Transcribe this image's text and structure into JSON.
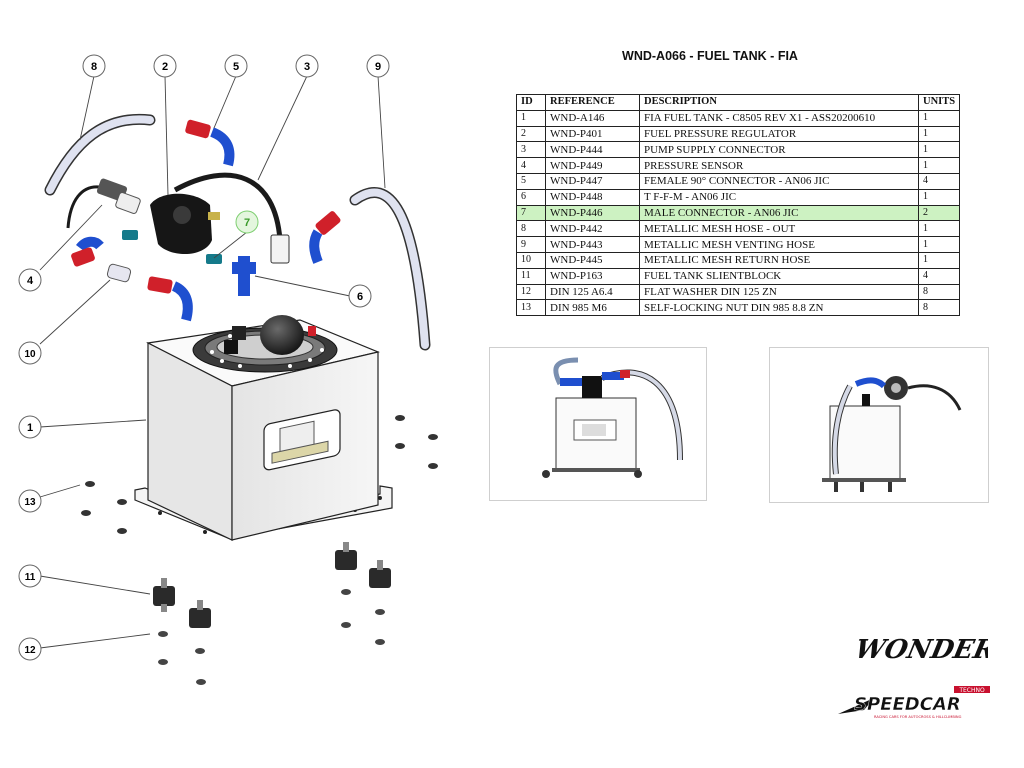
{
  "header": {
    "title": "WND-A066 - FUEL TANK - FIA"
  },
  "table": {
    "headers": {
      "id": "ID",
      "reference": "REFERENCE",
      "description": "DESCRIPTION",
      "units": "UNITS"
    },
    "rows": [
      {
        "id": "1",
        "reference": "WND-A146",
        "description": "FIA FUEL TANK - C8505 REV X1 - ASS20200610",
        "units": "1"
      },
      {
        "id": "2",
        "reference": "WND-P401",
        "description": "FUEL PRESSURE REGULATOR",
        "units": "1"
      },
      {
        "id": "3",
        "reference": "WND-P444",
        "description": "PUMP SUPPLY CONNECTOR",
        "units": "1"
      },
      {
        "id": "4",
        "reference": "WND-P449",
        "description": "PRESSURE SENSOR",
        "units": "1"
      },
      {
        "id": "5",
        "reference": "WND-P447",
        "description": "FEMALE 90° CONNECTOR - AN06 JIC",
        "units": "4"
      },
      {
        "id": "6",
        "reference": "WND-P448",
        "description": "T F-F-M - AN06 JIC",
        "units": "1"
      },
      {
        "id": "7",
        "reference": "WND-P446",
        "description": "MALE CONNECTOR - AN06 JIC",
        "units": "2",
        "highlighted": true
      },
      {
        "id": "8",
        "reference": "WND-P442",
        "description": "METALLIC MESH HOSE - OUT",
        "units": "1"
      },
      {
        "id": "9",
        "reference": "WND-P443",
        "description": "METALLIC MESH VENTING HOSE",
        "units": "1"
      },
      {
        "id": "10",
        "reference": "WND-P445",
        "description": "METALLIC MESH RETURN HOSE",
        "units": "1"
      },
      {
        "id": "11",
        "reference": "WND-P163",
        "description": "FUEL TANK SLIENTBLOCK",
        "units": "4"
      },
      {
        "id": "12",
        "reference": "DIN 125 A6.4",
        "description": "FLAT WASHER DIN 125 ZN",
        "units": "8"
      },
      {
        "id": "13",
        "reference": "DIN 985 M6",
        "description": "SELF-LOCKING NUT DIN 985 8.8 ZN",
        "units": "8"
      }
    ]
  },
  "callouts": [
    {
      "label": "1"
    },
    {
      "label": "2"
    },
    {
      "label": "3"
    },
    {
      "label": "4"
    },
    {
      "label": "5"
    },
    {
      "label": "6"
    },
    {
      "label": "7",
      "highlighted": true
    },
    {
      "label": "8"
    },
    {
      "label": "9"
    },
    {
      "label": "10"
    },
    {
      "label": "11"
    },
    {
      "label": "12"
    },
    {
      "label": "13"
    }
  ],
  "colors": {
    "highlight": "#cdf2c2",
    "callout_highlight_stroke": "#7fcf72",
    "fitting_red": "#d0202a",
    "fitting_blue": "#1f4fcf"
  },
  "logos": {
    "wonder": "WONDER",
    "speedcar": "SPEEDCAR",
    "speedcar_badge": "TECHNO",
    "speedcar_tagline": "RACING CARS FOR AUTOCROSS & HILLCLIMBING"
  }
}
